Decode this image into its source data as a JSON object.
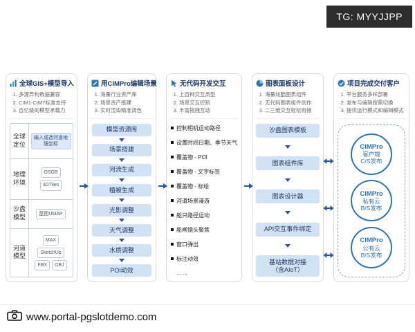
{
  "badge": {
    "text": "TG: MYYJJPP"
  },
  "watermark": {
    "text": "www.portal-pgslotdemo.com"
  },
  "colors": {
    "accent_blue": "#2e74b5",
    "navy_title": "#1b3a6b",
    "flow_box_bg": "#d2e2f5",
    "arrow_blue": "#2b579a",
    "badge_bg": "#2d2d2d"
  },
  "panels": [
    {
      "title": "全球GIS+模型导入",
      "icon": "bar-chart-icon",
      "points": [
        "多源异构数据兼容",
        "CIM1-CIM7标准支持",
        "百亿级的模型承载力"
      ],
      "rows": [
        {
          "label": "全球定位",
          "items": [
            "输入或选河道地理坐标"
          ]
        },
        {
          "label": "地理环境",
          "items": [
            "OSGB",
            "3DTiles"
          ]
        },
        {
          "label": "沙盘模型",
          "items": [
            "蓝图UMAP"
          ]
        },
        {
          "label": "河道模型",
          "items": [
            "MAX",
            "SketchUp",
            "FBX",
            "OBJ"
          ]
        }
      ]
    },
    {
      "title": "用CIMPro编辑场景",
      "icon": "edit-scene-icon",
      "points": [
        "海量行业资产库",
        "场景资产搭建",
        "实时渲染精准调色"
      ],
      "flow": [
        "模型资源库",
        "场景搭建",
        "河流生成",
        "植被生成",
        "光影调整",
        "天气调整",
        "水质调整",
        "POI动效"
      ]
    },
    {
      "title": "无代码开发交互",
      "icon": "cursor-icon",
      "points": [
        "上百种交互类型",
        "场景交互控制",
        "丰富拖拽互动"
      ],
      "bullets": [
        "控制相机运动路径",
        "设置时间日期、季节天气",
        "覆盖物 - POI",
        "覆盖物 - 文字标签",
        "覆盖物 - 标绘",
        "河道场景漫游",
        "船只路径运动",
        "船闸镜头聚焦",
        "窗口弹出",
        "标注动效",
        "... ..."
      ]
    },
    {
      "title": "图表面板设计",
      "icon": "pie-chart-icon",
      "points": [
        "海量炫酷图表组件",
        "无代码图表组件创作",
        "二三维交互轻松衔接"
      ],
      "flow": [
        "沙盘图表模板",
        "图表组件库",
        "图表设计器",
        "API交互事件绑定",
        "基站数据对接"
      ],
      "flow_last_sub": "（含AIoT）"
    },
    {
      "title": "项目完成交付客户",
      "icon": "check-circle-icon",
      "points": [
        "平台服务多样部署",
        "发布与编辑按需切换",
        "提供运行模式和编辑模式"
      ],
      "circles": [
        {
          "l1": "CIMPro",
          "l2": "客户端",
          "l3": "C/S发布"
        },
        {
          "l1": "CIMPro",
          "l2": "私有云",
          "l3": "B/S发布"
        },
        {
          "l1": "CIMPro",
          "l2": "公有云",
          "l3": "B/S发布"
        }
      ]
    }
  ]
}
